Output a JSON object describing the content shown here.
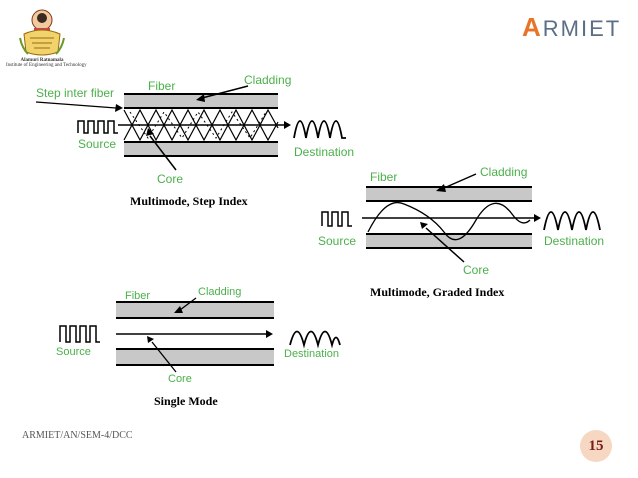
{
  "header": {
    "brand_initial": "A",
    "brand_rest": "RMIET",
    "institute_line1": "Alamuri Ratnamala",
    "institute_line2": "Institute of Engineering and Technology"
  },
  "diagram_step": {
    "step_label": "Step inter fiber",
    "fiber_label": "Fiber",
    "cladding_label": "Cladding",
    "source_label": "Source",
    "destination_label": "Destination",
    "core_label": "Core",
    "caption": "Multimode, Step Index"
  },
  "diagram_graded": {
    "fiber_label": "Fiber",
    "cladding_label": "Cladding",
    "source_label": "Source",
    "destination_label": "Destination",
    "core_label": "Core",
    "caption": "Multimode, Graded Index"
  },
  "diagram_single": {
    "fiber_label": "Fiber",
    "cladding_label": "Cladding",
    "source_label": "Source",
    "destination_label": "Destination",
    "core_label": "Core",
    "caption": "Single Mode"
  },
  "footer": {
    "course_code": "ARMIET/AN/SEM-4/DCC",
    "page_number": "15"
  },
  "colors": {
    "label_green": "#4bb04b",
    "cladding_gray": "#c8c8c8",
    "brand_orange": "#e8742a",
    "brand_slate": "#5a6f86",
    "page_badge": "#f6d7c1"
  }
}
